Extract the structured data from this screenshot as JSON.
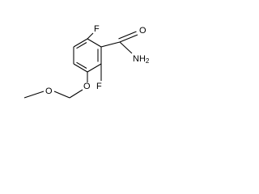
{
  "molecule": {
    "atoms": {
      "f_top": "F",
      "f_bottom": "F",
      "o_carbonyl": "O",
      "nh2": "NH2",
      "o_ether": "O",
      "o_methoxy": "O"
    }
  },
  "colors": {
    "bond": "#000000",
    "text": "#000000",
    "background": "#ffffff"
  }
}
